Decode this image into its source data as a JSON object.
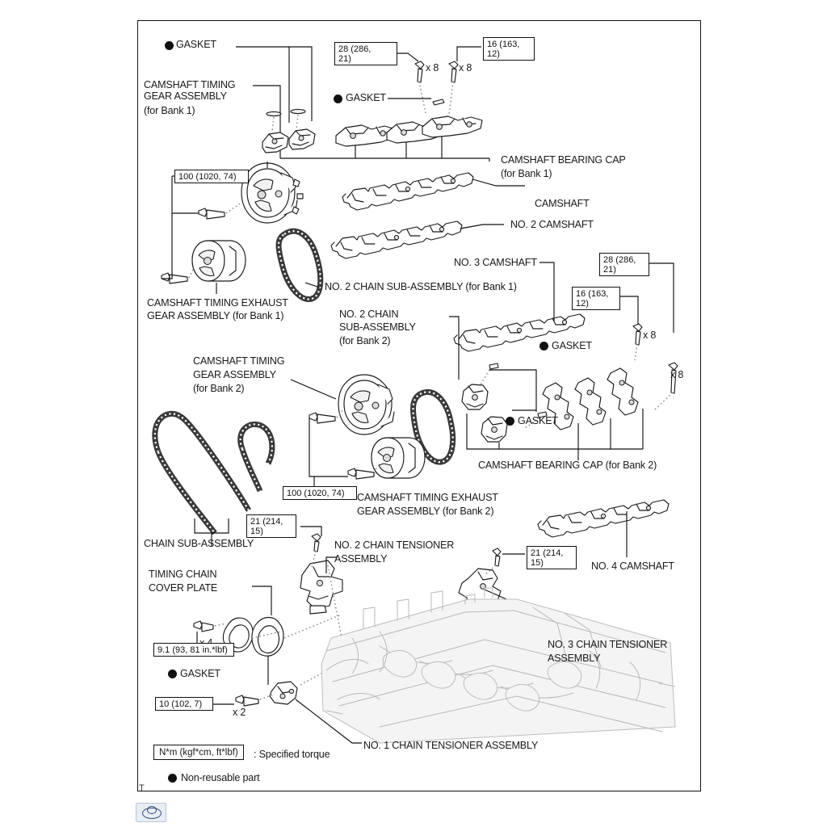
{
  "document": {
    "corner_mark": "T"
  },
  "torque_boxes": [
    {
      "id": "tb-28-top",
      "line1": "28 (286,",
      "line2": "21)"
    },
    {
      "id": "tb-16-top",
      "line1": "16 (163,",
      "line2": "12)"
    },
    {
      "id": "tb-100-b1",
      "line1": "100 (1020, 74)",
      "line2": ""
    },
    {
      "id": "tb-28-b2",
      "line1": "28 (286,",
      "line2": "21)"
    },
    {
      "id": "tb-16-b2",
      "line1": "16 (163,",
      "line2": "12)"
    },
    {
      "id": "tb-100-b2",
      "line1": "100 (1020, 74)",
      "line2": ""
    },
    {
      "id": "tb-21-no2",
      "line1": "21 (214,",
      "line2": "15)"
    },
    {
      "id": "tb-21-no3",
      "line1": "21 (214,",
      "line2": "15)"
    },
    {
      "id": "tb-91-cover",
      "line1": "9.1 (93, 81 in.*lbf)",
      "line2": ""
    },
    {
      "id": "tb-10-no1",
      "line1": "10 (102, 7)",
      "line2": ""
    }
  ],
  "quantities": [
    {
      "id": "qty-top-left",
      "text": "x 8"
    },
    {
      "id": "qty-top-right",
      "text": "x 8"
    },
    {
      "id": "qty-b2-upper",
      "text": "x 8"
    },
    {
      "id": "qty-b2-lower",
      "text": "x 8"
    },
    {
      "id": "qty-cover",
      "text": "x 4"
    },
    {
      "id": "qty-no1",
      "text": "x 2"
    }
  ],
  "labels": {
    "gasket_top": "GASKET",
    "gasket_bearing_b1": "GASKET",
    "gasket_b2_upper": "GASKET",
    "gasket_b2_lower": "GASKET",
    "gasket_cover": "GASKET",
    "cam_timing_gear_b1_l1": "CAMSHAFT TIMING",
    "cam_timing_gear_b1_l2": "GEAR ASSEMBLY",
    "cam_timing_gear_b1_l3": "(for Bank 1)",
    "cam_timing_exhaust_b1_l1": "CAMSHAFT TIMING EXHAUST",
    "cam_timing_exhaust_b1_l2": "GEAR ASSEMBLY (for Bank 1)",
    "cam_bearing_cap_b1_l1": "CAMSHAFT BEARING CAP",
    "cam_bearing_cap_b1_l2": "(for Bank 1)",
    "camshaft": "CAMSHAFT",
    "no2_camshaft": "NO. 2 CAMSHAFT",
    "no3_camshaft": "NO. 3 CAMSHAFT",
    "no4_camshaft": "NO. 4 CAMSHAFT",
    "no2_chain_sub_b1": "NO. 2 CHAIN SUB-ASSEMBLY (for Bank 1)",
    "no2_chain_sub_b2_l1": "NO. 2 CHAIN",
    "no2_chain_sub_b2_l2": "SUB-ASSEMBLY",
    "no2_chain_sub_b2_l3": "(for Bank 2)",
    "cam_timing_gear_b2_l1": "CAMSHAFT TIMING",
    "cam_timing_gear_b2_l2": "GEAR ASSEMBLY",
    "cam_timing_gear_b2_l3": "(for Bank 2)",
    "cam_timing_exhaust_b2_l1": "CAMSHAFT TIMING EXHAUST",
    "cam_timing_exhaust_b2_l2": "GEAR ASSEMBLY (for Bank 2)",
    "cam_bearing_cap_b2": "CAMSHAFT BEARING CAP (for Bank 2)",
    "chain_sub_assembly": "CHAIN SUB-ASSEMBLY",
    "timing_chain_cover_l1": "TIMING CHAIN",
    "timing_chain_cover_l2": "COVER PLATE",
    "no2_chain_tensioner_l1": "NO. 2 CHAIN TENSIONER",
    "no2_chain_tensioner_l2": "ASSEMBLY",
    "no3_chain_tensioner_l1": "NO. 3 CHAIN TENSIONER",
    "no3_chain_tensioner_l2": "ASSEMBLY",
    "no1_chain_tensioner": "NO. 1 CHAIN TENSIONER ASSEMBLY"
  },
  "legend": {
    "torque_symbol": "N*m (kgf*cm, ft*lbf)",
    "torque_text": ": Specified torque",
    "nonreusable_text": "Non-reusable part"
  },
  "colors": {
    "ink": "#1a1a1a",
    "rule": "#111111",
    "chain": "#3a3a3a",
    "engine_ghost": "#b9b9b9"
  }
}
